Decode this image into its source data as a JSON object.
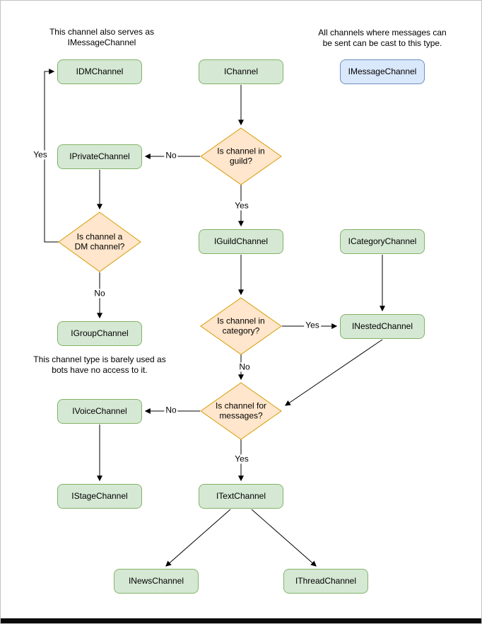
{
  "colors": {
    "node_green_fill": "#d5e8d4",
    "node_green_border": "#82b366",
    "node_blue_fill": "#dae8fc",
    "node_blue_border": "#6c8ebf",
    "decision_fill": "#ffe6cc",
    "decision_border": "#d79b00",
    "edge_stroke": "#000000"
  },
  "annotations": {
    "dm_note": "This channel also serves as\nIMessageChannel",
    "message_note": "All channels where messages can\nbe sent can be cast to this type.",
    "group_note": "This channel type is barely used as\nbots have no access to it."
  },
  "nodes": {
    "idmchannel": {
      "label": "IDMChannel"
    },
    "ichannel": {
      "label": "IChannel"
    },
    "imessagechannel": {
      "label": "IMessageChannel"
    },
    "iprivatechannel": {
      "label": "IPrivateChannel"
    },
    "iguildchannel": {
      "label": "IGuildChannel"
    },
    "icategorychannel": {
      "label": "ICategoryChannel"
    },
    "igroupchannel": {
      "label": "IGroupChannel"
    },
    "inestedchannel": {
      "label": "INestedChannel"
    },
    "ivoicechannel": {
      "label": "IVoiceChannel"
    },
    "istagechannel": {
      "label": "IStageChannel"
    },
    "itextchannel": {
      "label": "ITextChannel"
    },
    "inewschannel": {
      "label": "INewsChannel"
    },
    "ithreadchannel": {
      "label": "IThreadChannel"
    }
  },
  "decisions": {
    "in_guild": {
      "label": "Is channel in\nguild?"
    },
    "is_dm": {
      "label": "Is channel a\nDM channel?"
    },
    "in_category": {
      "label": "Is channel in\ncategory?"
    },
    "for_messages": {
      "label": "Is channel for\nmessages?"
    }
  },
  "edge_labels": {
    "guild_no": "No",
    "guild_yes": "Yes",
    "dm_yes": "Yes",
    "dm_no": "No",
    "category_yes": "Yes",
    "category_no": "No",
    "messages_no": "No",
    "messages_yes": "Yes"
  }
}
